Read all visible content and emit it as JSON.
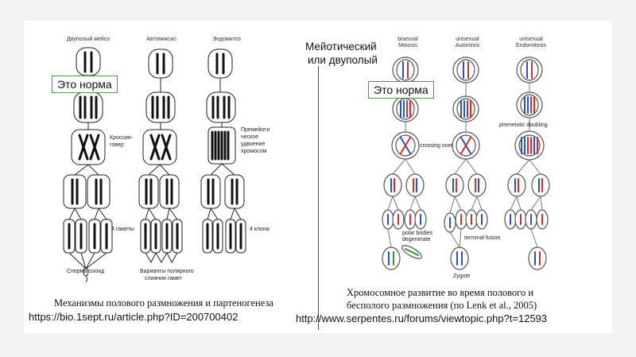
{
  "left_panel": {
    "column_headers": [
      "Двуполый мейоз",
      "Автомиксис",
      "Эндомитоз"
    ],
    "labels": {
      "crossing_over": [
        "Кроссин-",
        "говер"
      ],
      "premeiotic": [
        "Премейоти",
        "ческое",
        "удвоение",
        "хромосом"
      ],
      "gametes": "4 гаметы",
      "clones": "4 клона",
      "spermatozoid": "Сперматозоид",
      "polar_fusion": [
        "Варианты полярного",
        "слияния гамет"
      ]
    },
    "callout": "Это   норма",
    "caption": "Механизмы полового размножения и партеногенеза",
    "url": "https://bio.1sept.ru/article.php?ID=200700402"
  },
  "right_panel": {
    "overlay_title": [
      "Мейотический",
      "или двуполый"
    ],
    "column_headers": [
      "bisexual Meiosis",
      "unisexual Automixis",
      "unisexual Endomitosis"
    ],
    "labels": {
      "crossing_over": "crossing over",
      "premeiotic": "premeiotic doubling",
      "polar_bodies": [
        "polar bodies",
        "degenerate"
      ],
      "terminal_fusion": "terminal fusion",
      "zygote": "Zygote"
    },
    "callout": "Это   норма",
    "caption": [
      "Хромосомное развитие во время полового и",
      "бесполого размножения (по Lenk et al., 2005)"
    ],
    "url": "http://www.serpentes.ru/forums/viewtopic.php?t=12593"
  },
  "colors": {
    "callout_border": "#4a9a3e",
    "chrom_red": "#d23030",
    "chrom_blue": "#2b50c8",
    "chrom_green": "#2a9a3a"
  }
}
